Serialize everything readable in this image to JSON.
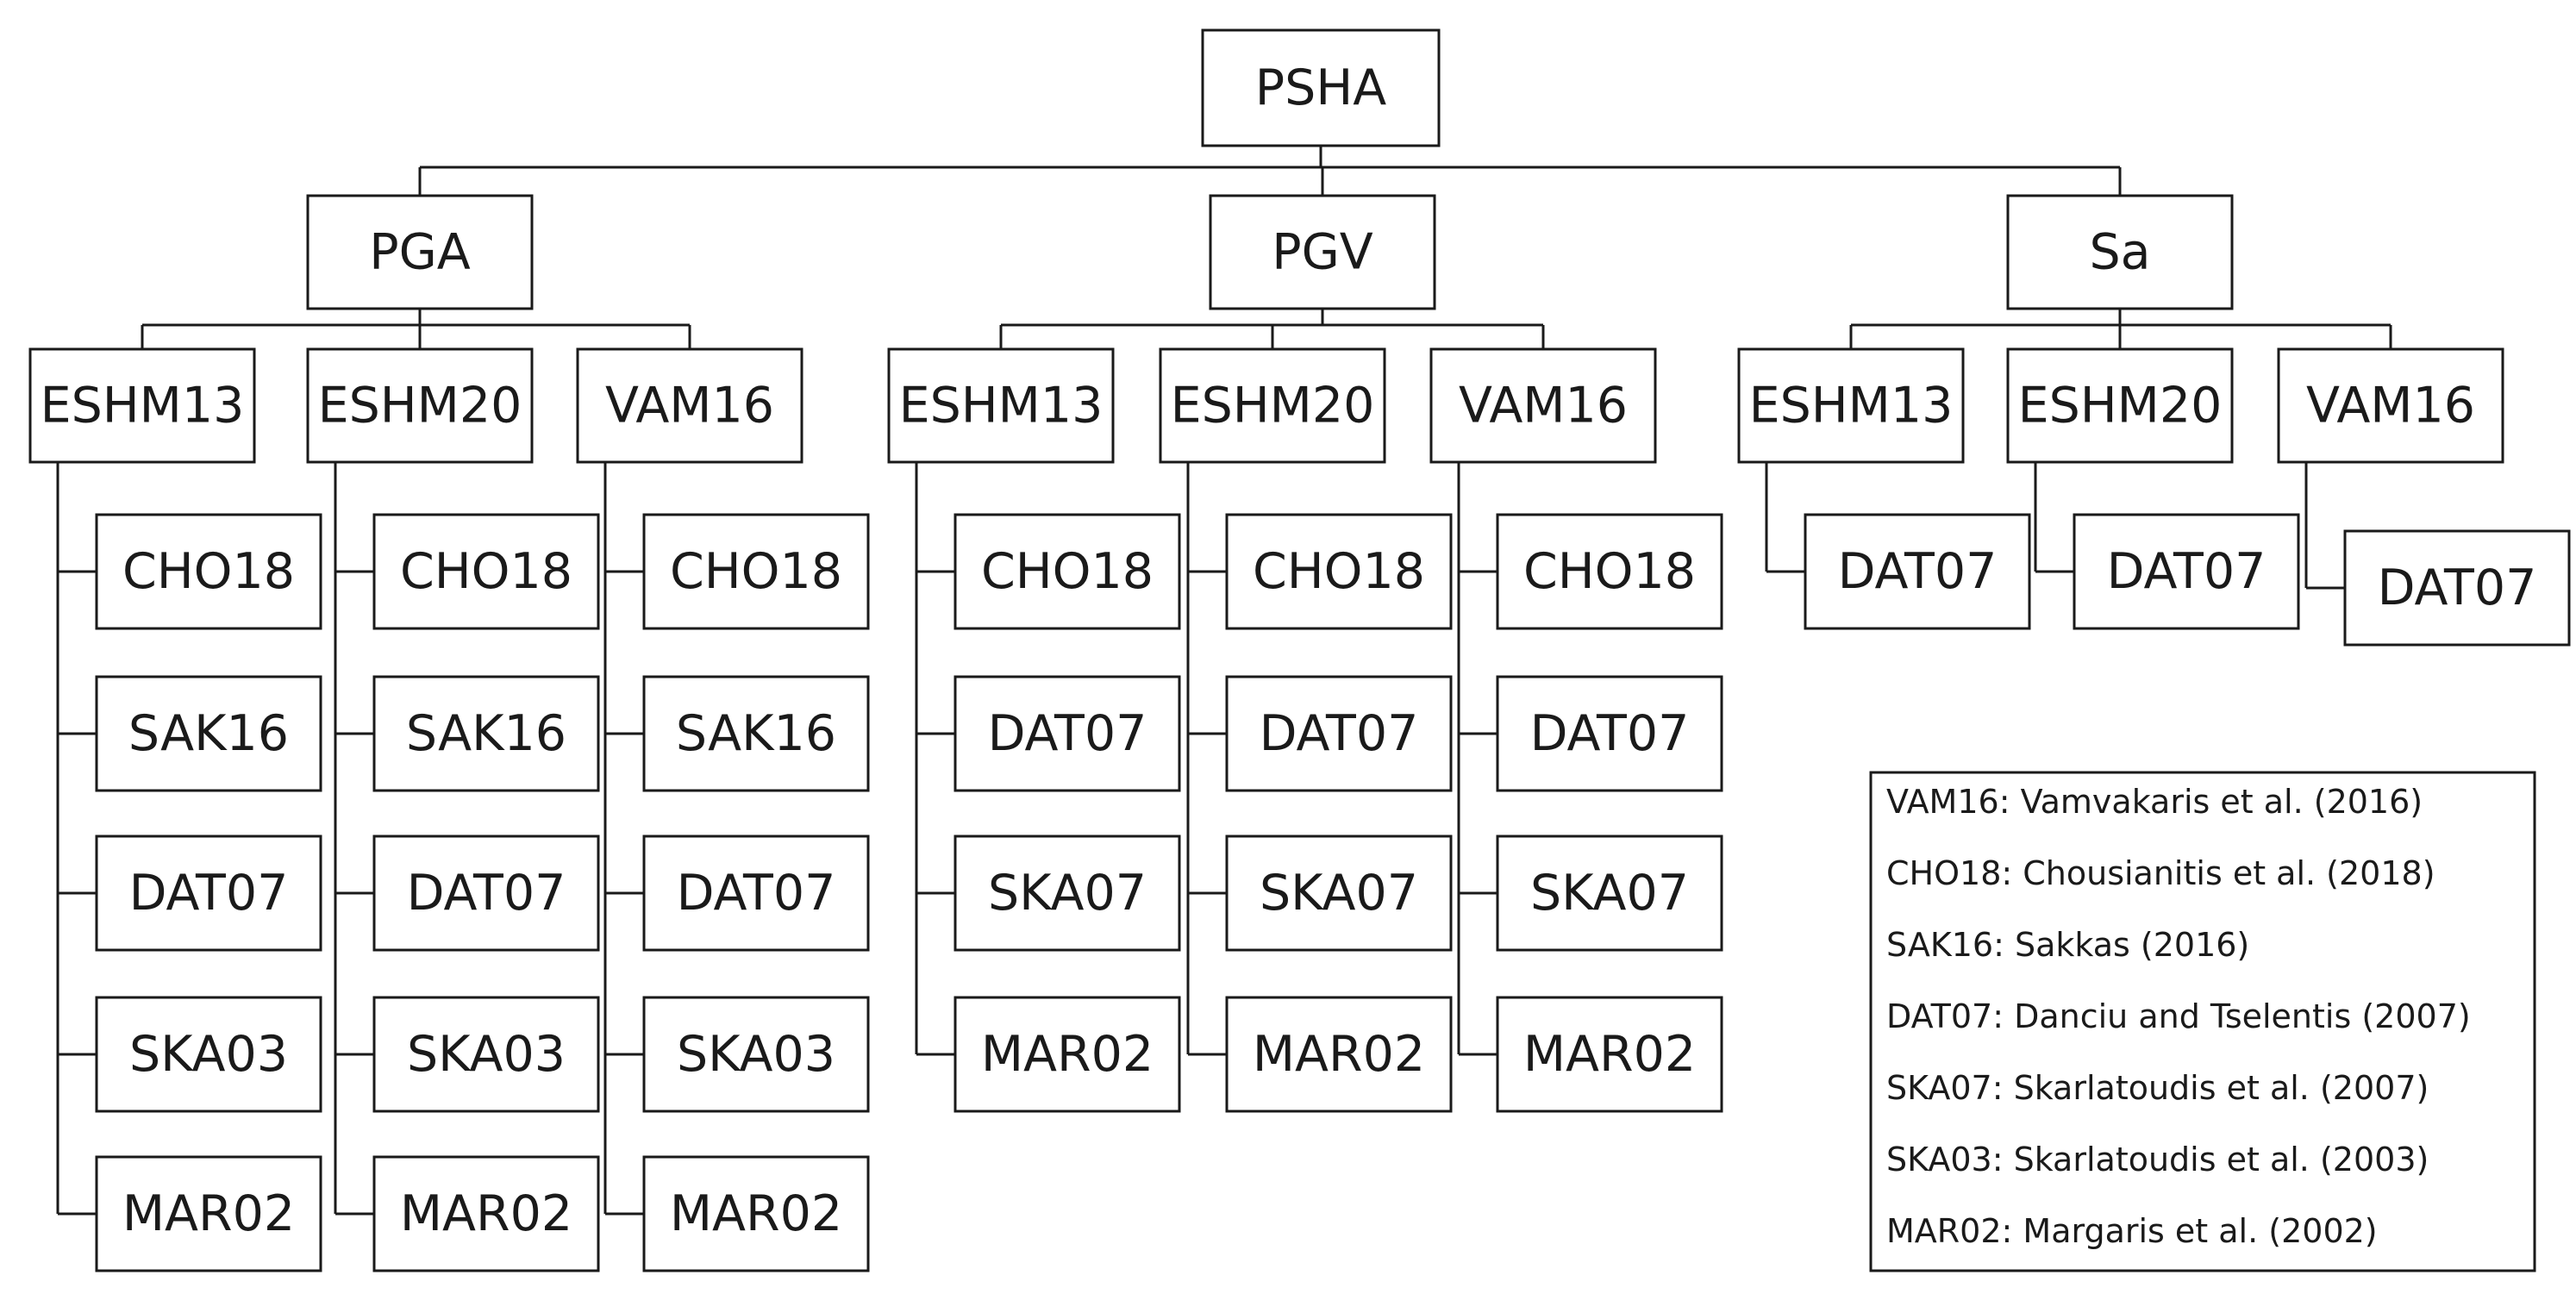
{
  "tree": {
    "label": "PSHA",
    "children": [
      {
        "label": "PGA",
        "children": [
          {
            "label": "ESHM13",
            "children": [
              {
                "label": "CHO18"
              },
              {
                "label": "SAK16"
              },
              {
                "label": "DAT07"
              },
              {
                "label": "SKA03"
              },
              {
                "label": "MAR02"
              }
            ]
          },
          {
            "label": "ESHM20",
            "children": [
              {
                "label": "CHO18"
              },
              {
                "label": "SAK16"
              },
              {
                "label": "DAT07"
              },
              {
                "label": "SKA03"
              },
              {
                "label": "MAR02"
              }
            ]
          },
          {
            "label": "VAM16",
            "children": [
              {
                "label": "CHO18"
              },
              {
                "label": "SAK16"
              },
              {
                "label": "DAT07"
              },
              {
                "label": "SKA03"
              },
              {
                "label": "MAR02"
              }
            ]
          }
        ]
      },
      {
        "label": "PGV",
        "children": [
          {
            "label": "ESHM13",
            "children": [
              {
                "label": "CHO18"
              },
              {
                "label": "DAT07"
              },
              {
                "label": "SKA07"
              },
              {
                "label": "MAR02"
              }
            ]
          },
          {
            "label": "ESHM20",
            "children": [
              {
                "label": "CHO18"
              },
              {
                "label": "DAT07"
              },
              {
                "label": "SKA07"
              },
              {
                "label": "MAR02"
              }
            ]
          },
          {
            "label": "VAM16",
            "children": [
              {
                "label": "CHO18"
              },
              {
                "label": "DAT07"
              },
              {
                "label": "SKA07"
              },
              {
                "label": "MAR02"
              }
            ]
          }
        ]
      },
      {
        "label": "Sa",
        "children": [
          {
            "label": "ESHM13",
            "children": [
              {
                "label": "DAT07"
              }
            ]
          },
          {
            "label": "ESHM20",
            "children": [
              {
                "label": "DAT07"
              }
            ]
          },
          {
            "label": "VAM16",
            "children": [
              {
                "label": "DAT07"
              }
            ]
          }
        ]
      }
    ]
  },
  "legend": {
    "items": [
      "VAM16: Vamvakaris et al. (2016)",
      "CHO18: Chousianitis et al. (2018)",
      "SAK16: Sakkas (2016)",
      "DAT07: Danciu and Tselentis (2007)",
      "SKA07: Skarlatoudis et al. (2007)",
      "SKA03: Skarlatoudis et al. (2003)",
      "MAR02: Margaris et al. (2002)"
    ]
  }
}
